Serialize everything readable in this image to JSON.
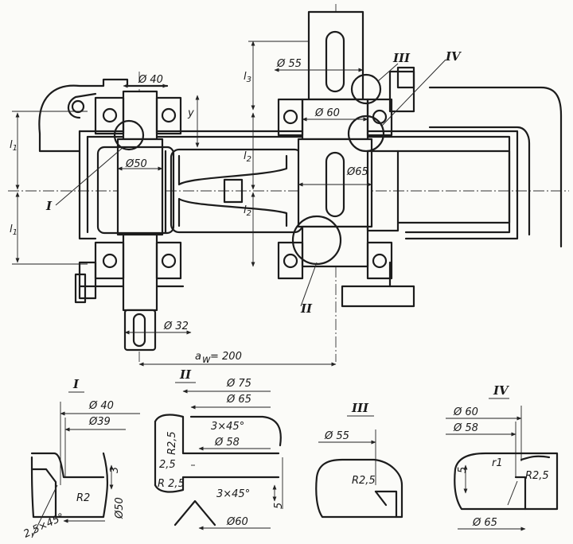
{
  "labels": {
    "d40": "Ø 40",
    "d50": "Ø50",
    "d32": "Ø 32",
    "d55": "Ø 55",
    "d60": "Ø 60",
    "d65": "Ø65",
    "aw": "a",
    "aw_sub": "w",
    "aw_val": "= 200",
    "l1": "l",
    "l1_sub": "1",
    "l2": "l",
    "l2_sub": "2",
    "l3_sub": "3",
    "y": "y",
    "callout_I": "I",
    "callout_II": "II",
    "callout_III": "III",
    "callout_IV": "IV"
  },
  "detail_I": {
    "title": "I",
    "d40": "Ø 40",
    "d39": "Ø39",
    "d50": "Ø50",
    "r": "R2",
    "dim3": "3",
    "chamfer": "2,5×45°"
  },
  "detail_II": {
    "title": "II",
    "d75": "Ø 75",
    "d65": "Ø 65",
    "d58": "Ø 58",
    "d60": "Ø60",
    "r_top": "R2,5",
    "r_bot": "R 2,5",
    "ch_top": "3×45°",
    "ch_bot": "3×45°",
    "dim25": "2,5",
    "dim5": "5"
  },
  "detail_III": {
    "title": "III",
    "d55": "Ø 55",
    "r": "R2,5"
  },
  "detail_IV": {
    "title": "IV",
    "d60": "Ø 60",
    "d58": "Ø 58",
    "d65": "Ø 65",
    "r1": "r1",
    "r25": "R2,5",
    "dim5": "5"
  }
}
